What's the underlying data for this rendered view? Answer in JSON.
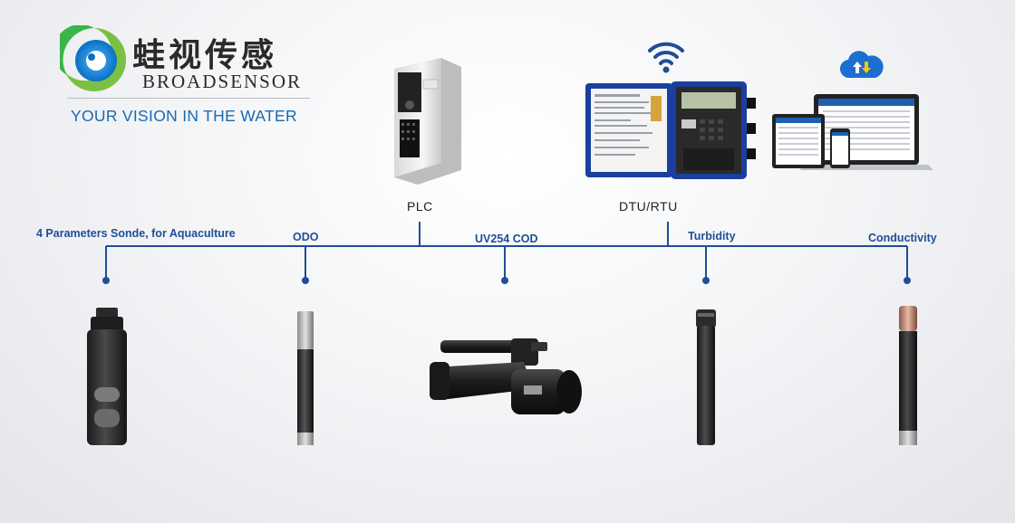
{
  "brand": {
    "name_cn": "蛙视传感",
    "name_en": "BROADSENSOR",
    "slogan": "YOUR VISION IN THE WATER",
    "colors": {
      "accent_blue": "#1a69b0",
      "line_blue": "#1f4e96",
      "logo_green": "#7ac143"
    }
  },
  "devices": [
    {
      "id": "plc",
      "label": "PLC"
    },
    {
      "id": "dturtu",
      "label": "DTU/RTU"
    }
  ],
  "icons": {
    "wifi": "wifi-icon",
    "cloud": "cloud-sync-icon"
  },
  "sensors": [
    {
      "id": "sonde",
      "label": "4 Parameters Sonde, for Aquaculture"
    },
    {
      "id": "odo",
      "label": "ODO"
    },
    {
      "id": "uv254",
      "label": "UV254 COD"
    },
    {
      "id": "turbidity",
      "label": "Turbidity"
    },
    {
      "id": "conductivity",
      "label": "Conductivity"
    }
  ]
}
